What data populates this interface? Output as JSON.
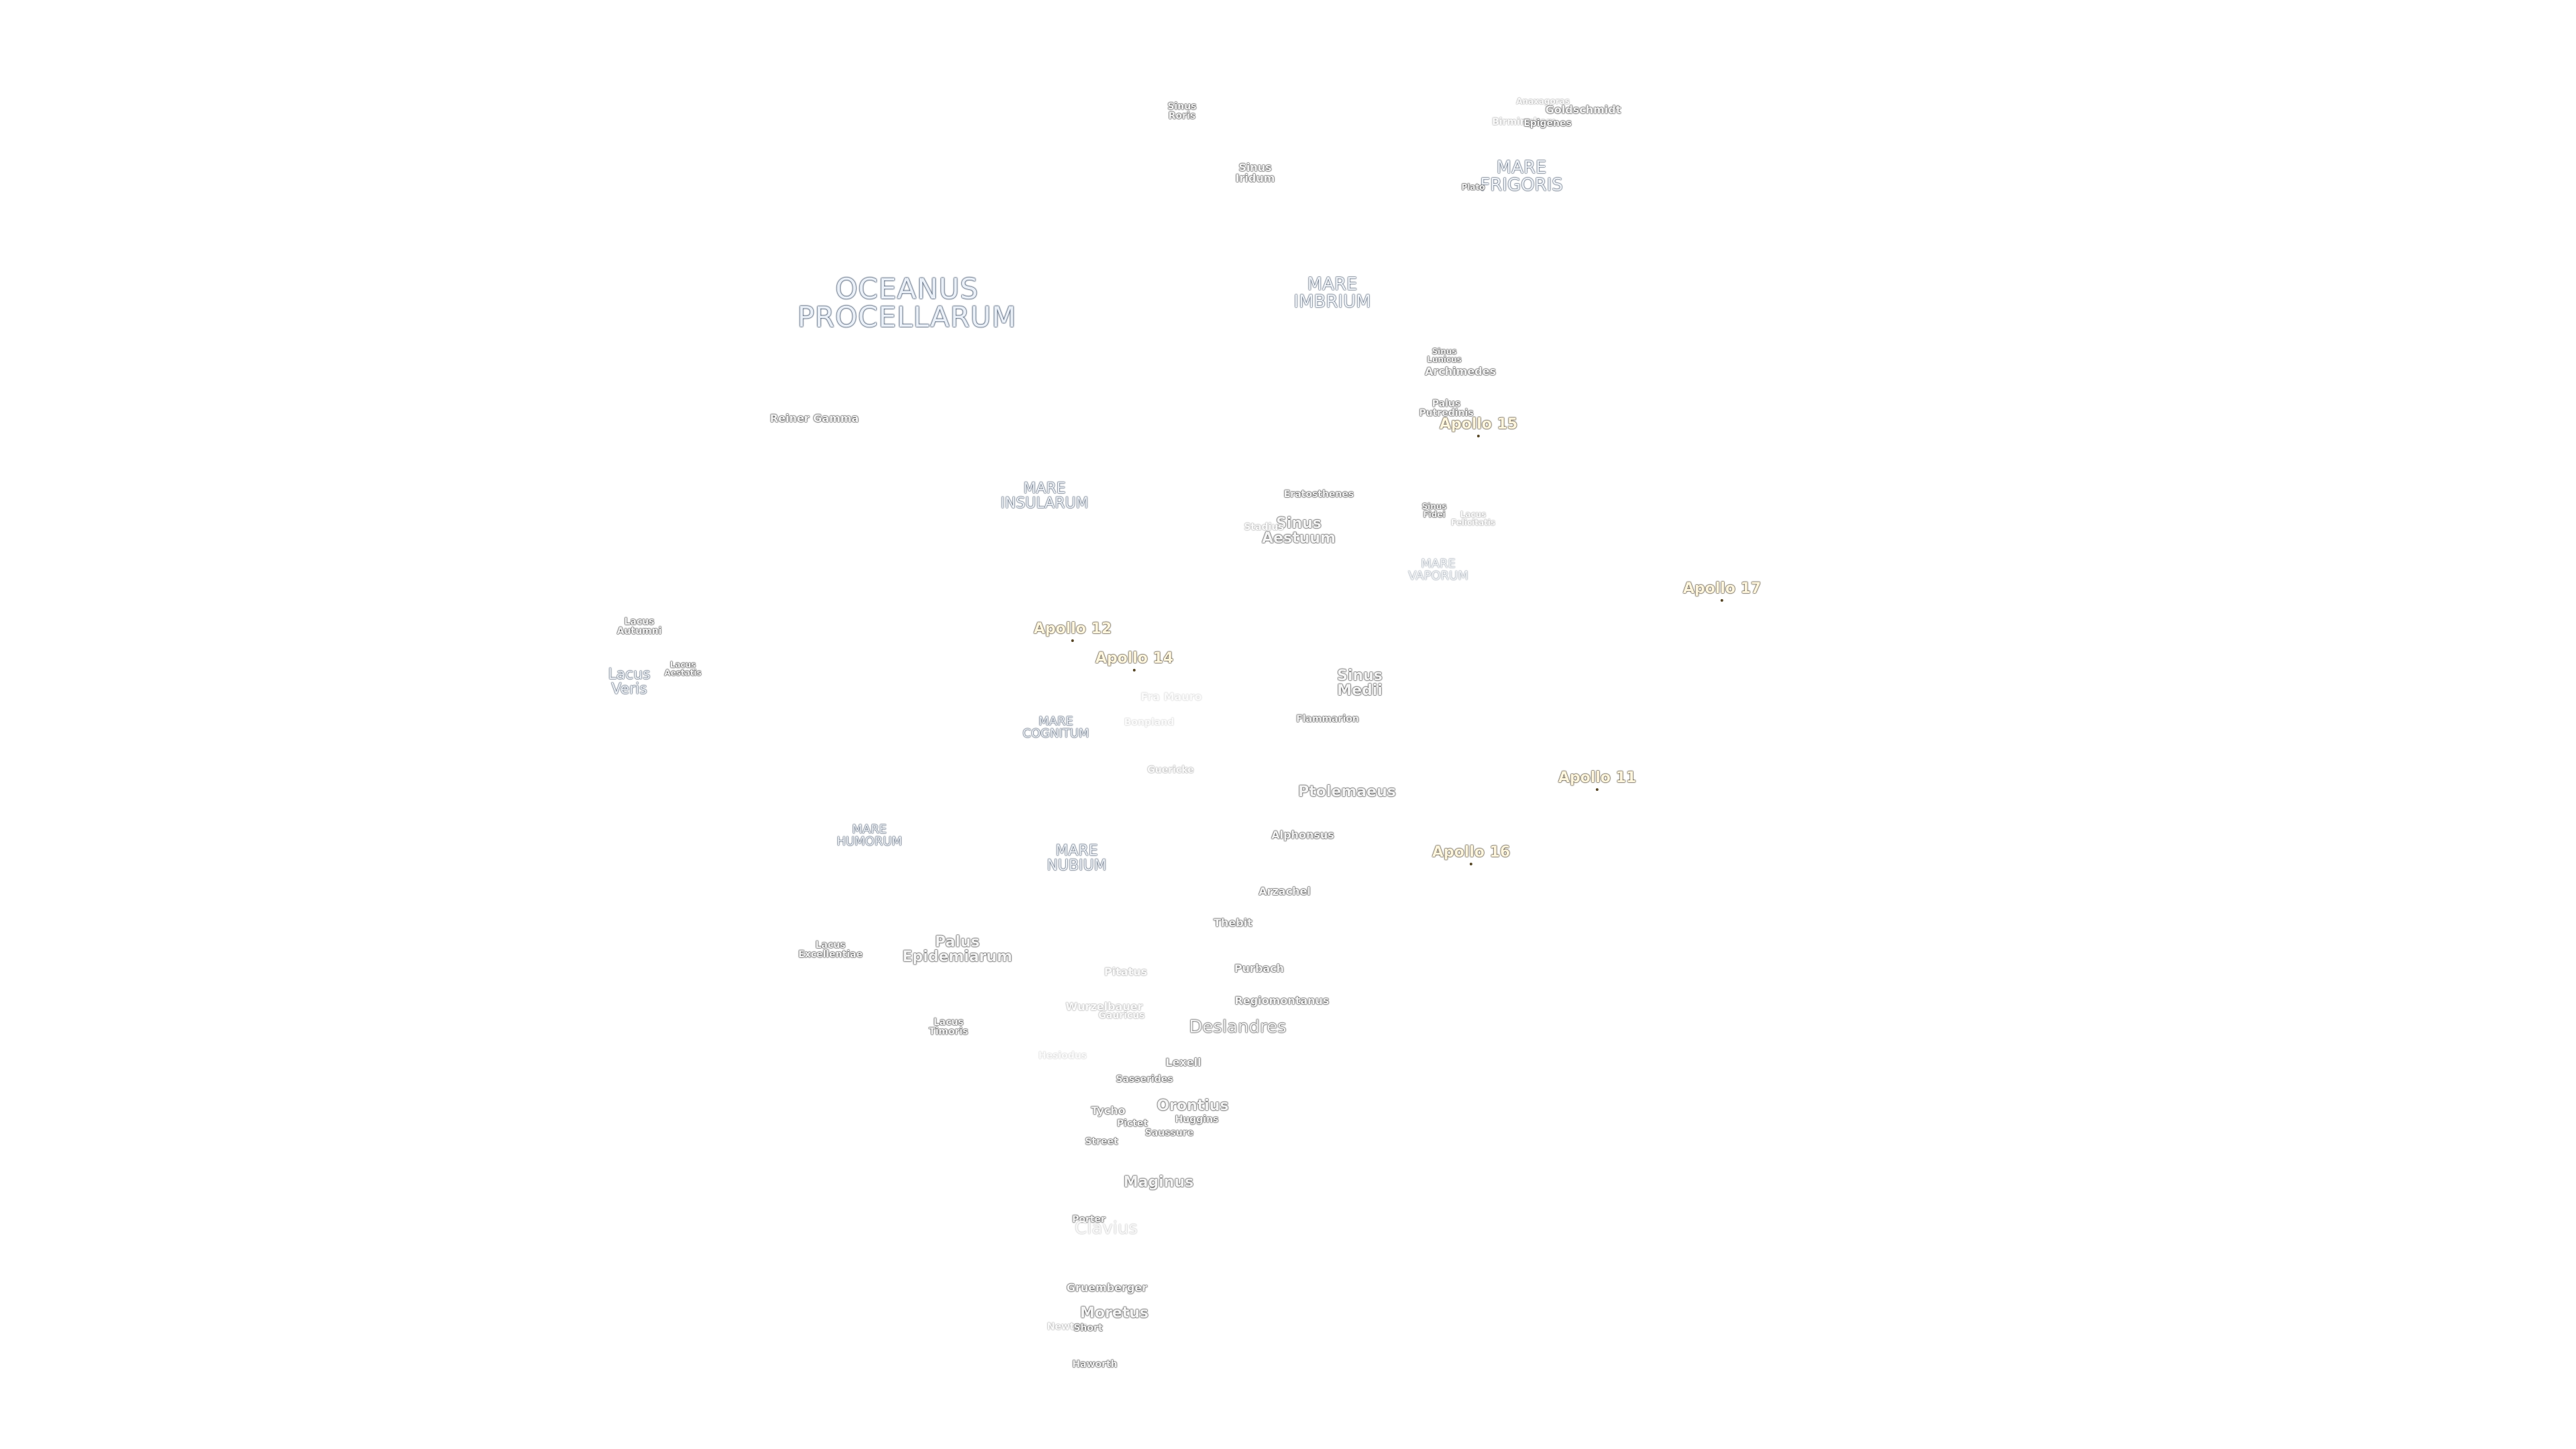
{
  "map": {
    "background_color": "#ffffff",
    "colors": {
      "sea_label_fill": "#e9eff7",
      "sea_label_halo": "#3d4f68",
      "crater_label_fill": "#f4f4f4",
      "crater_label_halo": "#333333",
      "apollo_label_fill": "#fff6de",
      "apollo_label_halo": "#3b2f14"
    },
    "maria": {
      "oceanus_procellarum": [
        "OCEANUS",
        "PROCELLARUM"
      ],
      "mare_frigoris": [
        "MARE",
        "FRIGORIS"
      ],
      "mare_imbrium": [
        "MARE",
        "IMBRIUM"
      ],
      "mare_insularum": [
        "MARE",
        "INSULARUM"
      ],
      "mare_vaporum": [
        "MARE",
        "VAPORUM"
      ],
      "mare_cognitum": [
        "MARE",
        "COGNITUM"
      ],
      "mare_humorum": [
        "MARE",
        "HUMORUM"
      ],
      "mare_nubium": [
        "MARE",
        "NUBIUM"
      ]
    },
    "sinus": {
      "sinus_roris": [
        "Sinus",
        "Roris"
      ],
      "sinus_iridum": [
        "Sinus",
        "Iridum"
      ],
      "sinus_lunicus": [
        "Sinus",
        "Lunicus"
      ],
      "sinus_aestuum": [
        "Sinus",
        "Aestuum"
      ],
      "sinus_fidei": [
        "Sinus",
        "Fidei"
      ],
      "sinus_medii": [
        "Sinus",
        "Medii"
      ]
    },
    "lacus_palus": {
      "lacus_autumni": [
        "Lacus",
        "Autumni"
      ],
      "lacus_veris": [
        "Lacus",
        "Veris"
      ],
      "lacus_aestatis": [
        "Lacus",
        "Aestatis"
      ],
      "lacus_excellentiae": [
        "Lacus",
        "Excellentiae"
      ],
      "lacus_timoris": [
        "Lacus",
        "Timoris"
      ],
      "lacus_felicitatis": [
        "Lacus",
        "Felicitatis"
      ],
      "palus_putredinis": [
        "Palus",
        "Putredinis"
      ],
      "palus_epidemiarum": [
        "Palus",
        "Epidemiarum"
      ]
    },
    "craters": {
      "anaxagoras": "Anaxagoras",
      "goldschmidt": "Goldschmidt",
      "birmingham": "Birmingham",
      "epigenes": "Epigenes",
      "plato": "Plato",
      "archimedes": "Archimedes",
      "reiner_gamma": "Reiner Gamma",
      "eratosthenes": "Eratosthenes",
      "stadius": "Stadius",
      "fra_mauro": "Fra Mauro",
      "bonpland": "Bonpland",
      "flammarion": "Flammarion",
      "guericke": "Guericke",
      "ptolemaeus": "Ptolemaeus",
      "alphonsus": "Alphonsus",
      "arzachel": "Arzachel",
      "thebit": "Thebit",
      "pitatus": "Pitatus",
      "purbach": "Purbach",
      "wurzelbauer": "Wurzelbauer",
      "gauricus": "Gauricus",
      "regiomontanus": "Regiomontanus",
      "deslandres": "Deslandres",
      "hesiodus": "Hesiodus",
      "lexell": "Lexell",
      "sasserides": "Sasserides",
      "orontius": "Orontius",
      "tycho": "Tycho",
      "huggins": "Huggins",
      "pictet": "Pictet",
      "saussure": "Saussure",
      "street": "Street",
      "maginus": "Maginus",
      "porter": "Porter",
      "clavius": "Clavius",
      "gruemberger": "Gruemberger",
      "moretus": "Moretus",
      "newton": "Newton",
      "short": "Short",
      "haworth": "Haworth"
    },
    "apollo_sites": {
      "apollo_11": "Apollo 11",
      "apollo_12": "Apollo 12",
      "apollo_14": "Apollo 14",
      "apollo_15": "Apollo 15",
      "apollo_16": "Apollo 16",
      "apollo_17": "Apollo 17"
    }
  }
}
